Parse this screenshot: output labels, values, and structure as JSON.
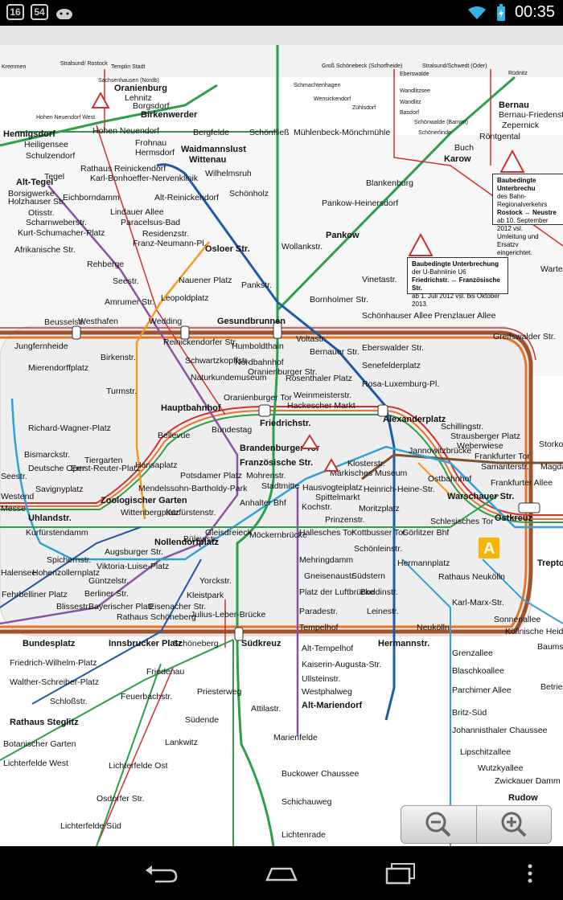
{
  "status_bar": {
    "badge_1": "16",
    "badge_2": "54",
    "time": "00:35"
  },
  "notices": {
    "u6": {
      "title": "Baubedingte Unterbrechung",
      "line1": "der U-Bahnlinie U6",
      "line2": "Friedrichstr. ↔ Französische Str.",
      "line3": "ab 1. Juli 2012 vsl. bis Oktober 2013."
    },
    "regional": {
      "title": "Baubedingte Unterbrechu",
      "line1": "des Bahn-Regionalverkehrs",
      "line2": "Rostock ↔ Neustre",
      "line3": "ab 10. September 2012 vsl.",
      "line4": "Umleitung und Ersatzv",
      "line5": "eingerichtet."
    }
  },
  "zone_label": "A",
  "colors": {
    "ring": "#a0522d",
    "ring_inner": "#e8742b",
    "sbahn_green": "#2e9e48",
    "ubahn_blue": "#1f5aa8",
    "u_purple": "#8c52a6",
    "u_orange": "#f39a1f",
    "u_lightblue": "#34a0d8",
    "regional_red": "#d23030",
    "u5_brown": "#7a5230"
  },
  "stations": [
    "Kremmen",
    "Stralsund/ Rostock",
    "Templin Stadt",
    "Sachsenhausen (Nordb)",
    "Oranienburg",
    "Lehnitz",
    "Borgsdorf",
    "Birkenwerder",
    "Hohen Neuendorf West",
    "Hohen Neuendorf",
    "Hennigsdorf",
    "Heiligensee",
    "Schulzendorf",
    "Alt-Tegel",
    "Tegel",
    "Borsigwerke",
    "Holzhauser Str.",
    "Otisstr.",
    "Scharnweberstr.",
    "Kurt-Schumacher-Platz",
    "Afrikanische Str.",
    "Rehberge",
    "Eichborndamm",
    "Rathaus Reinickendorf",
    "Karl-Bonhoeffer-Nervenklinik",
    "Frohnau",
    "Hermsdorf",
    "Waidmannslust",
    "Wittenau",
    "Wilhelmsruh",
    "Alt-Reinickendorf",
    "Lindauer Allee",
    "Paracelsus-Bad",
    "Residenzstr.",
    "Franz-Neumann-Pl.",
    "Osloer Str.",
    "Schönholz",
    "Pankstr.",
    "Seestr.",
    "Nauener Platz",
    "Leopoldplatz",
    "Amrumer Str.",
    "Westhafen",
    "Wedding",
    "Gesundbrunnen",
    "Bergfelde",
    "Schönfließ",
    "Mühlenbeck-Mönchmühle",
    "Blankenburg",
    "Pankow-Heinersdorf",
    "Pankow",
    "Wollankstr.",
    "Bornholmer Str.",
    "Vinetastr.",
    "Schönhauser Allee",
    "Prenzlauer Allee",
    "Greifswalder Str.",
    "Beusselstr.",
    "Jungfernheide",
    "Mierendorffplatz",
    "Richard-Wagner-Platz",
    "Bismarckstr.",
    "Deutsche Oper",
    "Tiergarten",
    "Ernst-Reuter-Platz",
    "Savignyplatz",
    "Zoologischer Garten",
    "Hansaplatz",
    "Turmstr.",
    "Birkenstr.",
    "Bellevue",
    "Hauptbahnhof",
    "Reinickendorfer Str.",
    "Schwartzkopffstr.",
    "Naturkundemuseum",
    "Oranienburger Tor",
    "Humboldthain",
    "Nordbahnhof",
    "Oranienburger Str.",
    "Voltastr.",
    "Bernauer Str.",
    "Rosenthaler Platz",
    "Weinmeisterstr.",
    "Hackescher Markt",
    "Eberswalder Str.",
    "Senefelderplatz",
    "Rosa-Luxemburg-Pl.",
    "Alexanderplatz",
    "Friedrichstr.",
    "Bundestag",
    "Brandenburger Tor",
    "Französische Str.",
    "Potsdamer Platz",
    "Mendelssohn-Bartholdy-Park",
    "Mohrenstr.",
    "Stadtmitte",
    "Hausvogteiplatz",
    "Spittelmarkt",
    "Märkisches Museum",
    "Klosterstr.",
    "Heinrich-Heine-Str.",
    "Jannowitzbrücke",
    "Ostbahnhof",
    "Schillingstr.",
    "Strausberger Platz",
    "Weberwiese",
    "Frankfurter Tor",
    "Samariterstr.",
    "Frankfurter Allee",
    "Warschauer Str.",
    "Ostkreuz",
    "Schlesisches Tor",
    "Görlitzer Bhf",
    "Kottbusser Tor",
    "Prinzenstr.",
    "Hallesches Tor",
    "Möckernbrücke",
    "Gleisdreieck",
    "Kurfürstenstr.",
    "Wittenbergplatz",
    "Nollendorfplatz",
    "Bülowstr.",
    "Anhalter Bhf",
    "Kochstr.",
    "Moritzplatz",
    "Mehringdamm",
    "Schönleinstr.",
    "Hermannplatz",
    "Gneisenaustr.",
    "Südstern",
    "Platz der Luftbrücke",
    "Boddinstr.",
    "Paradestr.",
    "Leinestr.",
    "Tempelhof",
    "Neukölln",
    "Rathaus Neukölln",
    "Karl-Marx-Str.",
    "Sonnenallee",
    "Köllnische Heide",
    "Uhlandstr.",
    "Kurfürstendamm",
    "Spichernstr.",
    "Augsburger Str.",
    "Viktoria-Luise-Platz",
    "Güntzelstr.",
    "Hohenzollernplatz",
    "Fehrbelliner Platz",
    "Blissestr.",
    "Berliner Str.",
    "Bayerischer Platz",
    "Rathaus Schöneberg",
    "Eisenacher Str.",
    "Kleistpark",
    "Yorckstr.",
    "Julius-Leber-Brücke",
    "Schöneberg",
    "Südkreuz",
    "Innsbrucker Platz",
    "Bundesplatz",
    "Friedrich-Wilhelm-Platz",
    "Walther-Schreiber-Platz",
    "Schloßstr.",
    "Rathaus Steglitz",
    "Friedenau",
    "Feuerbachstr.",
    "Priesterweg",
    "Südende",
    "Lankwitz",
    "Attilastr.",
    "Marienfelde",
    "Buckower Chaussee",
    "Schichauweg",
    "Lichtenrade",
    "Botanischer Garten",
    "Lichterfelde West",
    "Lichterfelde Ost",
    "Osdorfer Str.",
    "Lichterfelde Süd",
    "Alt-Tempelhof",
    "Kaiserin-Augusta-Str.",
    "Ullsteinstr.",
    "Westphalweg",
    "Alt-Mariendorf",
    "Hermannstr.",
    "Grenzallee",
    "Blaschkoallee",
    "Parchimer Allee",
    "Britz-Süd",
    "Johannisthaler Chaussee",
    "Lipschitzallee",
    "Wutzkyallee",
    "Zwickauer Damm",
    "Rudow",
    "Bernau",
    "Bernau-Friedenstal",
    "Zepernick",
    "Röntgental",
    "Buch",
    "Karow",
    "Rüdnitz",
    "Wandlitzsee",
    "Wandlitz",
    "Basdorf",
    "Schönwalde (Barnim)",
    "Schönerlinde",
    "Zühlsdorf",
    "Schmachtenhagen",
    "Wensickendorf",
    "Groß Schönebeck (Schorfheide)",
    "Eberswalde",
    "Stralsund/Schwedt (Oder)",
    "Storkow",
    "Magdal",
    "Treptow",
    "Baumsch",
    "Betrieb",
    "Wartenb",
    "Seestr.",
    "Westend",
    "Messe",
    "Halensee"
  ]
}
